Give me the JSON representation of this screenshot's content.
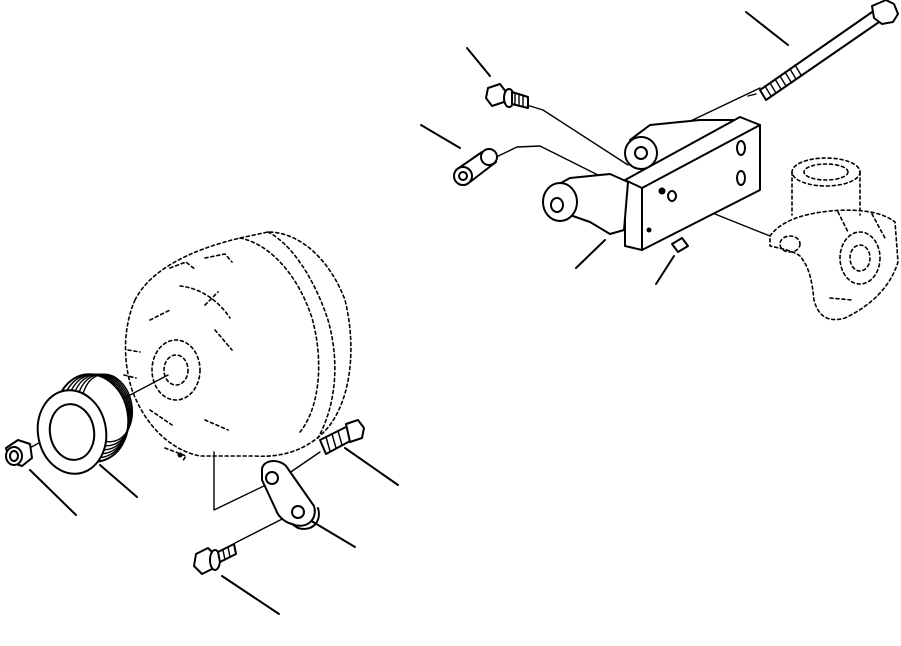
{
  "figure": {
    "background": "#ffffff",
    "ink_color": "#000000",
    "parts": [
      {
        "name": "alternator-mounting-bracket",
        "style": "solid"
      },
      {
        "name": "bracket-through-bolt",
        "style": "solid"
      },
      {
        "name": "flange-bolt",
        "style": "solid"
      },
      {
        "name": "spacer-bushing",
        "style": "solid"
      },
      {
        "name": "dowel-pin",
        "style": "solid"
      },
      {
        "name": "water-pump",
        "style": "phantom"
      },
      {
        "name": "alternator",
        "style": "phantom"
      },
      {
        "name": "pulley",
        "style": "solid"
      },
      {
        "name": "pulley-nut",
        "style": "solid"
      },
      {
        "name": "adjusting-link",
        "style": "solid"
      },
      {
        "name": "link-bolt-upper",
        "style": "solid"
      },
      {
        "name": "link-bolt-lower",
        "style": "solid"
      }
    ],
    "callout_text": []
  }
}
